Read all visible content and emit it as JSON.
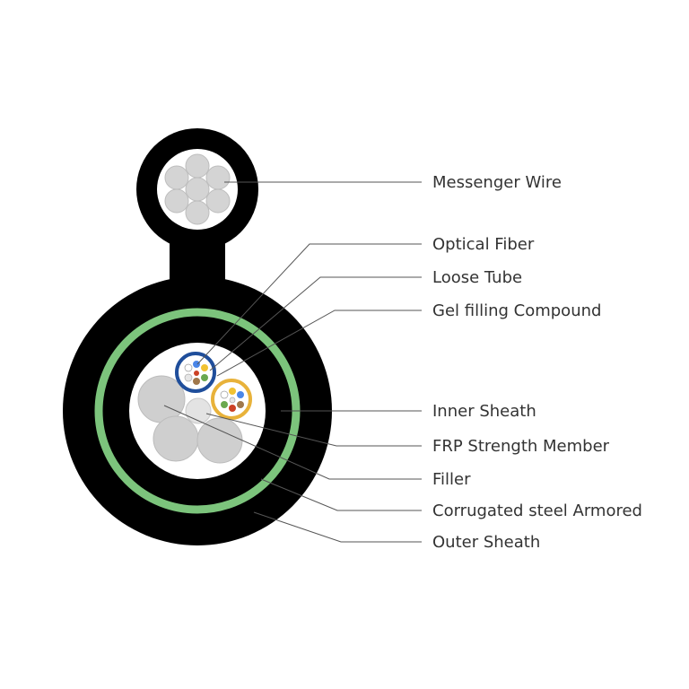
{
  "labels": {
    "messenger_wire": "Messenger Wire",
    "optical_fiber": "Optical Fiber",
    "loose_tube": "Loose Tube",
    "gel_filling": "Gel filling Compound",
    "inner_sheath": "Inner Sheath",
    "frp_strength_member": "FRP Strength Member",
    "filler": "Filler",
    "corrugated_steel_armored": "Corrugated steel Armored",
    "outer_sheath": "Outer Sheath"
  },
  "colors": {
    "outer_sheath": "#000000",
    "armor_ring": "#7cc47c",
    "core_fill": "#ffffff",
    "filler_gray": "#cfcfcf",
    "loose_tube_blue": "#1f4e9b",
    "loose_tube_yellow": "#e8b23a",
    "leader_line": "#555555",
    "label_text": "#333333"
  },
  "fiber_colors": [
    "#ffffff",
    "#e6e6e6",
    "#f1c232",
    "#4a86e8",
    "#6aa84f",
    "#cc4125",
    "#a0784b"
  ]
}
